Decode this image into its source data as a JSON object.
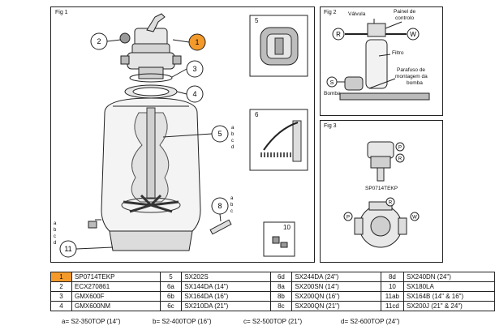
{
  "fig1": {
    "title": "Fig 1",
    "callouts": [
      "1",
      "2",
      "3",
      "4",
      "5",
      "6",
      "8",
      "10",
      "11"
    ],
    "variants_6": [
      "a",
      "b",
      "c",
      "d"
    ],
    "variants_8": [
      "a",
      "b",
      "c"
    ],
    "variants_11": [
      "a",
      "b",
      "c",
      "d"
    ],
    "highlight_color": "#f39a2b"
  },
  "fig2": {
    "title": "Fig 2",
    "valve": "Válvula",
    "panel_line1": "Painel de",
    "panel_line2": "controlo",
    "filter": "Filtro",
    "bolt_line1": "Parafuso de",
    "bolt_line2": "montagem da",
    "bolt_line3": "bomba",
    "pump": "Bomba",
    "R": "R",
    "W": "W",
    "S": "S"
  },
  "fig3": {
    "title": "Fig 3",
    "model": "SP0714TEKP",
    "P": "P",
    "R": "R",
    "W": "W"
  },
  "parts": {
    "rows": [
      [
        "1",
        "SP0714TEKP",
        "5",
        "SX202S",
        "6d",
        "SX244DA (24\")",
        "8d",
        "SX240DN (24\")"
      ],
      [
        "2",
        "ECX270861",
        "6a",
        "SX144DA (14\")",
        "8a",
        "SX200SN (14\")",
        "10",
        "SX180LA"
      ],
      [
        "3",
        "GMX600F",
        "6b",
        "SX164DA (16\")",
        "8b",
        "SX200QN (16\")",
        "11ab",
        "SX164B (14\" & 16\")"
      ],
      [
        "4",
        "GMX600NM",
        "6c",
        "SX210DA (21\")",
        "8c",
        "SX200QN (21\")",
        "11cd",
        "SX200J (21\" & 24\")"
      ]
    ]
  },
  "footer": {
    "a": "a=  S2-350TOP (14\")",
    "b": "b=  S2-400TOP (16\")",
    "c": "c=  S2-500TOP (21\")",
    "d": "d=  S2-600TOP (24\")"
  }
}
